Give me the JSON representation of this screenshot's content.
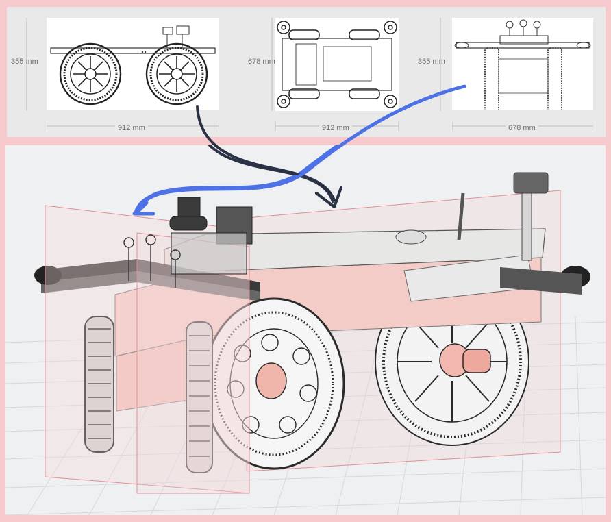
{
  "colors": {
    "frame_pink": "#f6c9cc",
    "panel_bg": "#eef0f2",
    "section_plane": "#e9a0a6",
    "body_tint": "#f1c7c3",
    "arrow_dark": "#2b3245",
    "arrow_blue": "#4e72e6"
  },
  "views": {
    "side": {
      "height_label": "355 mm",
      "width_label": "912 mm"
    },
    "top": {
      "height_label": "678 mm",
      "width_label": "912 mm"
    },
    "front": {
      "height_label": "355 mm",
      "width_label": "678 mm"
    }
  },
  "annotations": [
    {
      "name": "dark-curved-arrow",
      "color": "#2b3245"
    },
    {
      "name": "blue-curved-arrow",
      "color": "#4e72e6"
    }
  ]
}
